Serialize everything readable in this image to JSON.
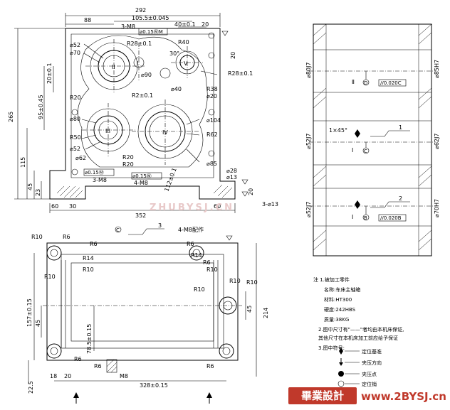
{
  "top_view": {
    "dims_top": [
      "292",
      "88",
      "105.5±0.045",
      "3-M8",
      "40±0.1",
      "20"
    ],
    "dims_mid": [
      "R28±0.1",
      "R40",
      "30°",
      "⌀52",
      "⌀70",
      "⌀90",
      "⌀40",
      "R28±0.1",
      "R38",
      "⌀20",
      "R20",
      "⌀80",
      "R50",
      "⌀52",
      "⌀62",
      "R20",
      "R62",
      "⌀104",
      "⌀85",
      "⌀28",
      "⌀13",
      "3-⌀13"
    ],
    "dims_left": [
      "265",
      "115",
      "45",
      "23",
      "95±0.45",
      "20±0.1",
      "30",
      "60",
      "352",
      "60"
    ],
    "dims_misc": [
      "R2±0.1",
      "R20",
      "3-M8",
      "4-M8",
      "112±0.1",
      "20",
      "20"
    ],
    "roman": [
      "II",
      "I",
      "III",
      "IV",
      "V"
    ],
    "tol_box_1": "⌀0.15ⓂM",
    "tol_box_2": "⌀0.15Ⓜ",
    "tol_box_3": "⌀0.15Ⓜ",
    "tol_box_4": "⌀0.15Ⓜ"
  },
  "section_view": {
    "dims": [
      "⌀80J7",
      "⌀85H7",
      "⌀52J7",
      "⌀62J7",
      "⌀52J7",
      "⌀70H7",
      "1×45°"
    ],
    "datums": [
      "Ⅱ",
      "D",
      "Ⅰ",
      "C",
      "Ⅰ",
      "B"
    ],
    "tol_boxes": [
      "//0.020C",
      "//0.020B"
    ],
    "labels": [
      "1",
      "2"
    ]
  },
  "bottom_view": {
    "dims": [
      "R10",
      "R6",
      "R6",
      "R14",
      "R10",
      "R10",
      "R6",
      "4-M8配作",
      "R14",
      "R10",
      "R6",
      "R10",
      "R10",
      "R6",
      "R10",
      "157±0.15",
      "45",
      "78.5±0.15",
      "45",
      "214",
      "22.5",
      "18",
      "20",
      "M8",
      "328±0.15",
      "R6",
      "R6"
    ],
    "label_3": "3",
    "datum": "C"
  },
  "notes": {
    "title": "注  1.被加工零件",
    "lines": [
      "名称:车床主轴箱",
      "材料:HT300",
      "硬度:242HBS",
      "质量:38KG",
      "2.图中尺寸有\"——\"者均由本机床保证,",
      "  其他尺寸在本机床加工前应给予保证",
      "3.图中符号:"
    ],
    "legend": [
      "定位基准",
      "夹压方向",
      "夹压点",
      "定位销"
    ]
  },
  "watermark": "ZHUBYSJ.CN",
  "banner": {
    "cn": "畢業設計",
    "url": "www.2BYSJ.cn"
  },
  "colors": {
    "line": "#000000",
    "watermark": "#e8c9c9",
    "banner": "#c0392b"
  }
}
